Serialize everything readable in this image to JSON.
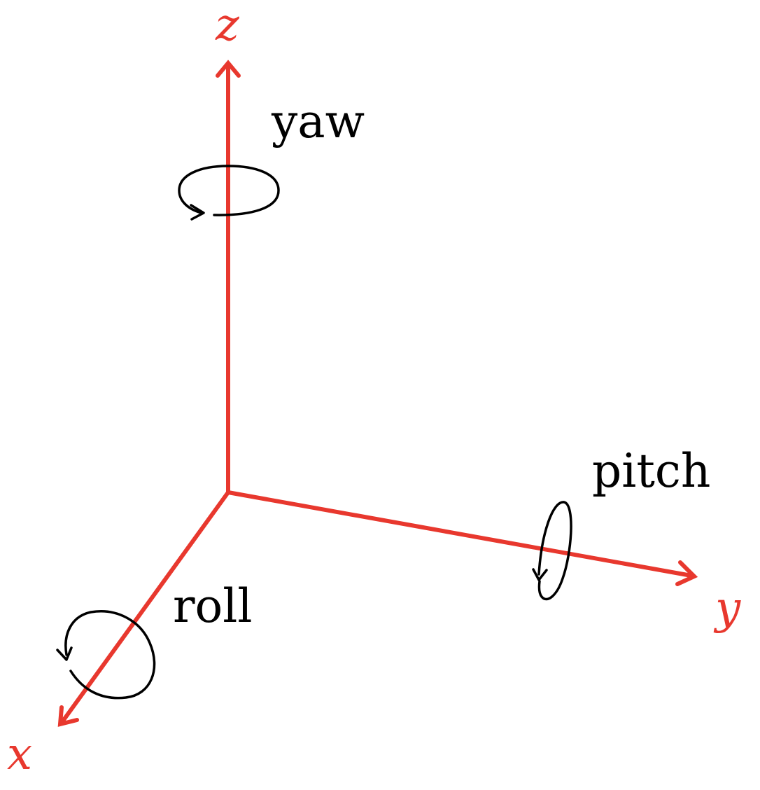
{
  "colors": {
    "axis": "#E8382E",
    "rotation": "#000000",
    "background": "#FFFFFF"
  },
  "axes": {
    "x_label": "x",
    "y_label": "y",
    "z_label": "z"
  },
  "rotations": {
    "yaw_label": "yaw",
    "pitch_label": "pitch",
    "roll_label": "roll"
  }
}
